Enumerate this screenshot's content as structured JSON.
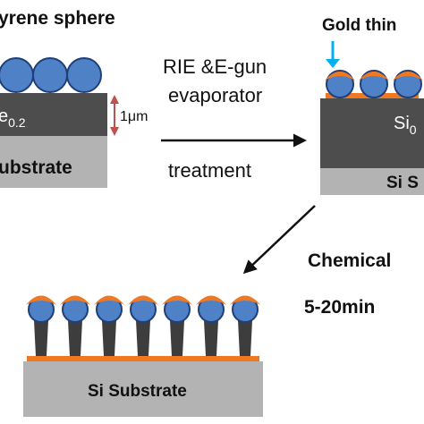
{
  "labels": {
    "sphere": "yrene  sphere",
    "gold": "Gold thin",
    "process_line1": "RIE &E-gun",
    "process_line2": "evaporator",
    "treatment": "treatment",
    "thickness": "1μm",
    "left_film_base": "e",
    "left_film_sub": "0.2",
    "left_substrate": "ubstrate",
    "right_film_base": "Si",
    "right_film_sub": "0",
    "right_substrate": "Si S",
    "chemical": "Chemical",
    "time": "5-20min",
    "bottom_substrate": "Si Substrate"
  },
  "colors": {
    "sphere_fill": "#4f81c7",
    "sphere_stroke": "#1f3f7a",
    "film": "#4d4d4d",
    "substrate": "#b3b3b3",
    "gold": "#f07820",
    "thickness_arrow": "#c0504d",
    "gold_arrow": "#00b0f0"
  }
}
